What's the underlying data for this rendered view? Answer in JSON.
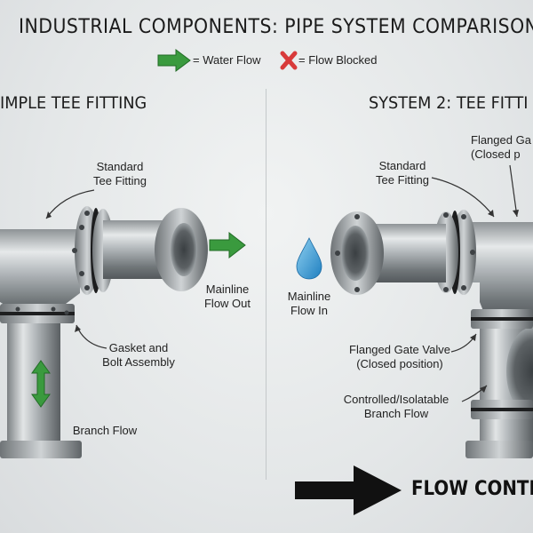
{
  "title": "INDUSTRIAL COMPONENTS: PIPE SYSTEM COMPARISON",
  "legend": {
    "water_flow": "= Water Flow",
    "flow_blocked": "= Flow Blocked",
    "water_color": "#3a9a3e",
    "blocked_color": "#d83a3a"
  },
  "left": {
    "title": "IMPLE TEE FITTING",
    "labels": {
      "tee_1": "Standard",
      "tee_2": "Tee Fitting",
      "out_1": "Mainline",
      "out_2": "Flow Out",
      "gasket_1": "Gasket and",
      "gasket_2": "Bolt Assembly",
      "branch": "Branch Flow"
    }
  },
  "right": {
    "title": "SYSTEM 2: TEE FITTI",
    "labels": {
      "valve_top_1": "Flanged Ga",
      "valve_top_2": "(Closed p",
      "tee_1": "Standard",
      "tee_2": "Tee Fitting",
      "in_1": "Mainline",
      "in_2": "Flow In",
      "valve_1": "Flanged Gate Valve",
      "valve_2": "(Closed position)",
      "branch_1": "Controlled/Isolatable",
      "branch_2": "Branch Flow"
    }
  },
  "bottom": {
    "text": "FLOW CONTR"
  }
}
